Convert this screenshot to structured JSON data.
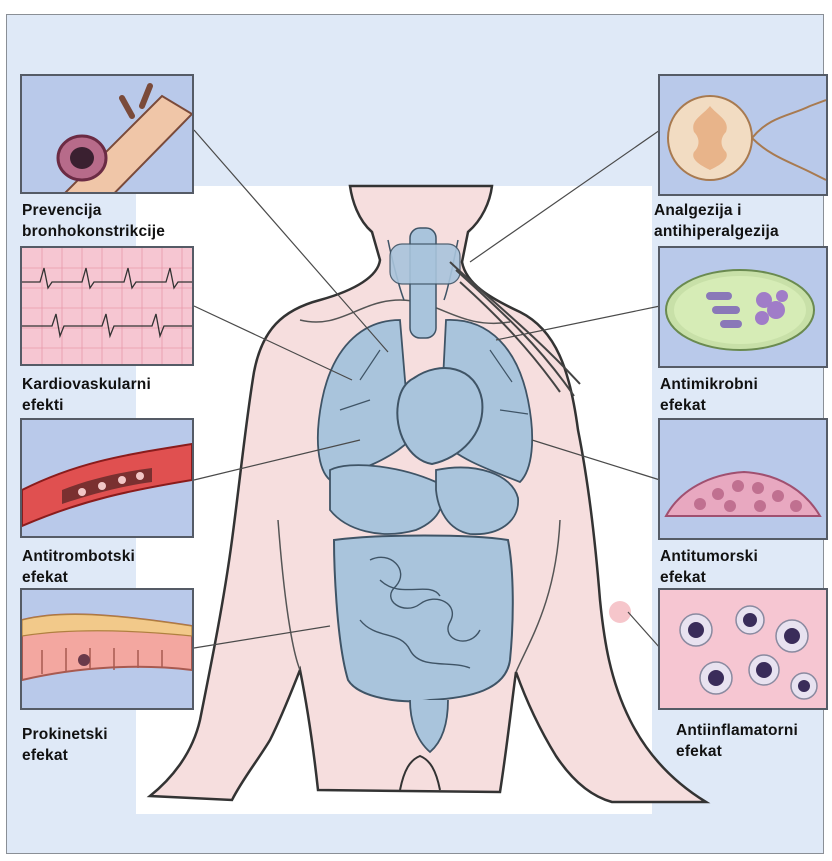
{
  "colors": {
    "background": "#dfe9f7",
    "body_skin": "#f6dede",
    "organs": "#a9c4dc",
    "panel_blue": "#b9c9ea",
    "panel_pink": "#f6c6d2",
    "connector": "#4a4a4a"
  },
  "labels": {
    "bronchi": [
      "Prevencija",
      "bronhokonstrikcije"
    ],
    "cardio": [
      "Kardiovaskularni",
      "efekti"
    ],
    "antithrombotic": [
      "Antitrombotski",
      "efekat"
    ],
    "prokinetic": [
      "Prokinetski",
      "efekat"
    ],
    "analgesia": [
      "Analgezija i",
      "antihiperalgezija"
    ],
    "antimicrobial": [
      "Antimikrobni",
      "efekat"
    ],
    "antitumor": [
      "Antitumorski",
      "efekat"
    ],
    "antiinflammatory": [
      "Antiinflamatorni",
      "efekat"
    ]
  },
  "icons": {
    "bronchi": "bronchus-cross-section",
    "cardio": "ecg-trace",
    "antithrombotic": "blood-vessel-clot",
    "prokinetic": "intestine-segment",
    "analgesia": "spinal-cord-section",
    "antimicrobial": "petri-dish-bacteria",
    "antitumor": "tumor-cell-mass",
    "antiinflammatory": "immune-cells"
  }
}
